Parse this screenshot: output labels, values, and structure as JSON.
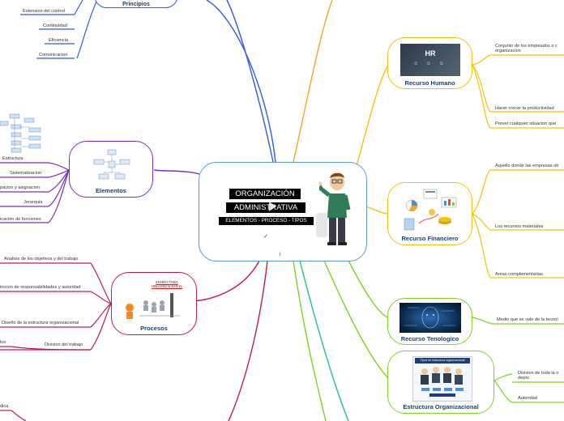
{
  "central": {
    "title_line1": "ORGANIZACIÓN",
    "title_line2": "ADMINISTRATIVA",
    "subtitle": "ELEMENTOS - PROCESO - TIPOS",
    "marker": "i"
  },
  "left": {
    "principios": {
      "title": "Principios",
      "leaves": [
        "Extension del control",
        "Continuidad",
        "Eficiencia",
        "Comunicacion"
      ]
    },
    "elementos": {
      "title": "Elementos",
      "leaves": [
        "Estructura",
        "Sistematizacion",
        "pacion y asignacion",
        "Jerarquia",
        "icación de funciones"
      ]
    },
    "procesos": {
      "title": "Procesos",
      "image_caption": "ESTRUCTURA ORGANIZACIONAL",
      "leaves": [
        "Analisis de los objetivos y del trabajo",
        "inicion de responsabilidades y autoridad",
        "Diseño de la estructura organizacional",
        "Division del trabajo",
        "los"
      ]
    },
    "bottom_leaf": "dica"
  },
  "right": {
    "recurso_humano": {
      "title": "Recurso Humano",
      "image_label": "HR",
      "leaves": [
        "Conjunto de los empleados o c",
        "organizacion",
        "Hacer crecer la productividad",
        "Prever cualquier situacion que"
      ]
    },
    "recurso_financiero": {
      "title": "Recurso Financiero",
      "leaves": [
        "Aquello donde las empresas ob",
        "Los recursos materiales",
        "Areas complementarias"
      ]
    },
    "recurso_tecnologico": {
      "title": "Recurso Tenologico",
      "leaves": [
        "Medio que se vale de la tecnol"
      ]
    },
    "estructura_organizacional": {
      "title": "Estructura Organizacional",
      "image_caption": "Tipos de estructura organizacional",
      "leaves": [
        "Division de toda la o",
        "depto",
        "Autoridad"
      ]
    }
  },
  "colors": {
    "central_border": "#5b9bd5",
    "purple": "#7b2fbe",
    "yellow": "#f2c40c",
    "blue": "#2d5be3",
    "orange": "#f5a623",
    "green": "#7ed321",
    "teal": "#1fbf8f",
    "pink": "#e91e63"
  }
}
